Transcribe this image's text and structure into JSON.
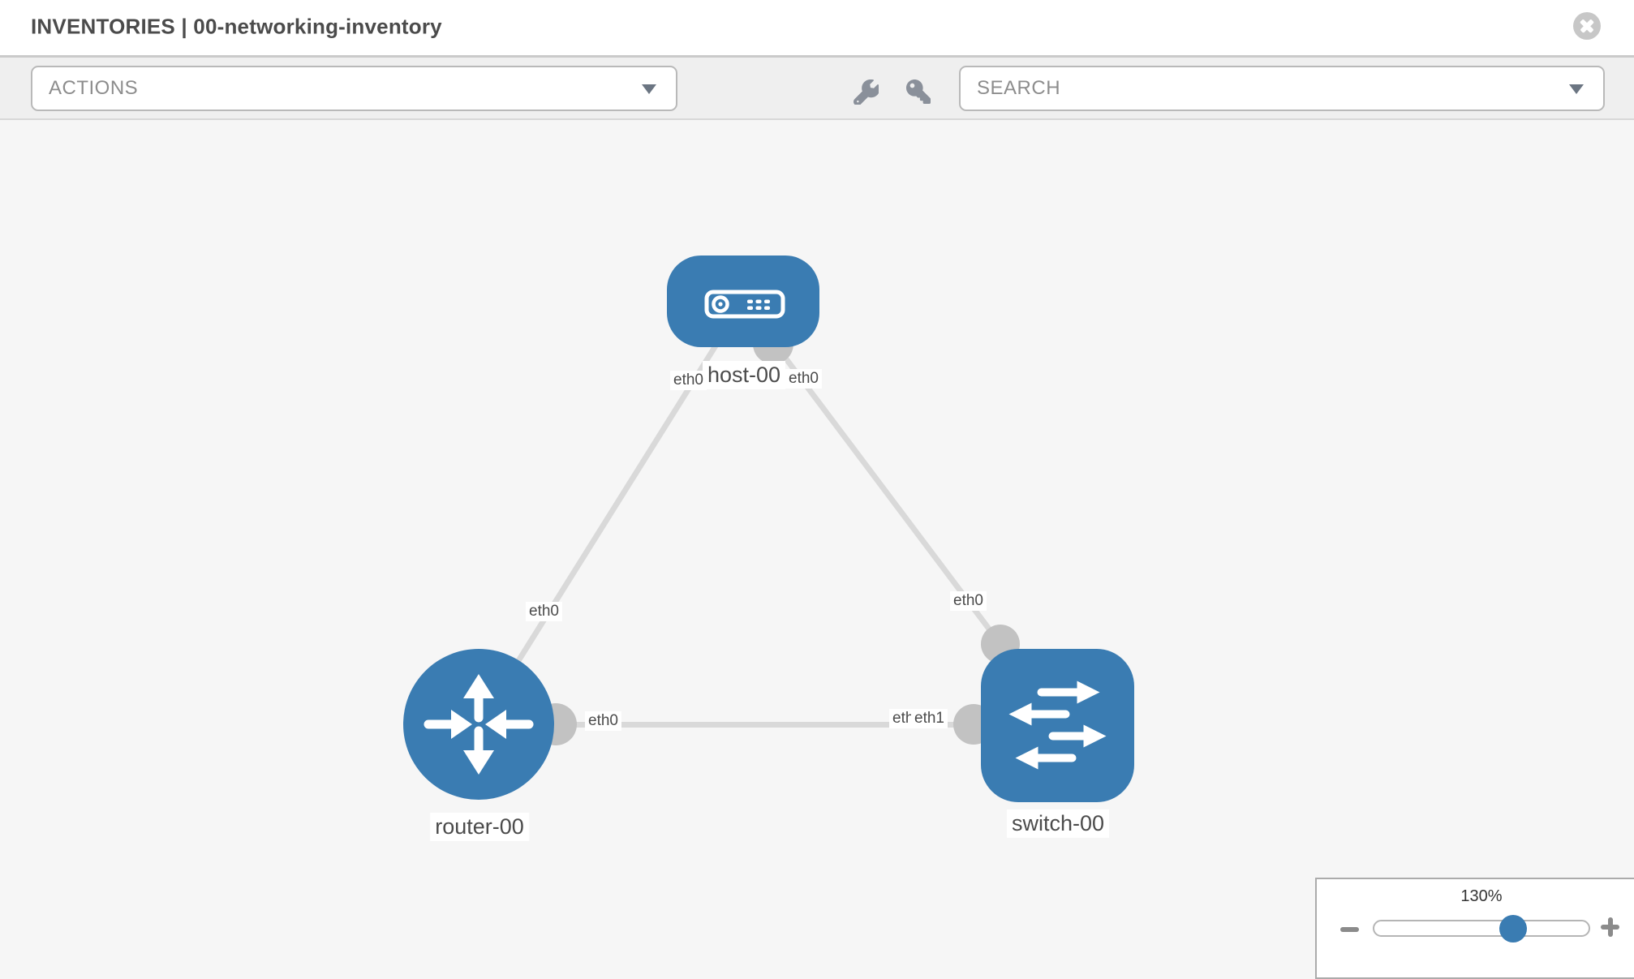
{
  "header": {
    "title": "INVENTORIES | 00-networking-inventory"
  },
  "toolbar": {
    "actions_label": "ACTIONS",
    "search_label": "SEARCH"
  },
  "topology": {
    "nodes": [
      {
        "label": "host-00",
        "type": "host"
      },
      {
        "label": "router-00",
        "type": "router"
      },
      {
        "label": "switch-00",
        "type": "switch"
      }
    ],
    "links": [
      {
        "from": "host-00",
        "to": "router-00"
      },
      {
        "from": "host-00",
        "to": "switch-00"
      },
      {
        "from": "router-00",
        "to": "switch-00"
      }
    ],
    "interfaces": {
      "host_end_router_link": "eth0",
      "host_end_switch_link": "eth0",
      "router_end_host_link": "eth0",
      "switch_end_host_link": "eth0",
      "router_end_switch_link": "eth0",
      "switch_end_under_label": "eth0",
      "switch_end_over_label": "eth1"
    }
  },
  "zoom_control": {
    "level": "130%"
  },
  "colors": {
    "node_blue": "#3a7cb2",
    "link_gray": "#d9d9d9",
    "connector_gray": "#c2c2c2",
    "canvas_bg": "#f6f6f6",
    "toolbar_bg": "#efefef"
  }
}
